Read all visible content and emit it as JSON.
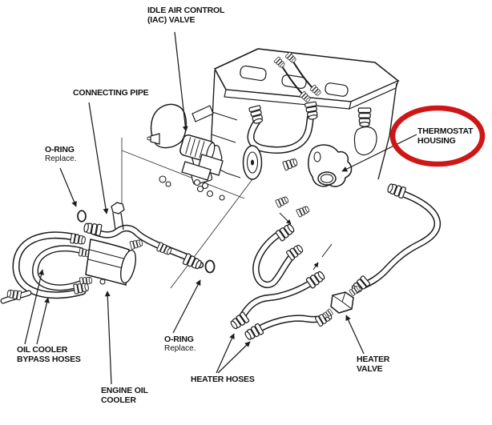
{
  "figure": {
    "type": "technical-line-diagram",
    "subject": "Engine cooling / heater hose routing diagram",
    "colors": {
      "ink": "#1c1c1c",
      "background": "#ffffff",
      "highlight": "#cf1616"
    },
    "labels": [
      {
        "id": "iac-valve",
        "line1": "IDLE AIR CONTROL",
        "line2": "(IAC) VALVE"
      },
      {
        "id": "connecting-pipe",
        "line1": "CONNECTING PIPE"
      },
      {
        "id": "o-ring-front",
        "line1": "O-RING",
        "line2": "Replace."
      },
      {
        "id": "thermostat-housing",
        "line1": "THERMOSTAT",
        "line2": "HOUSING",
        "highlighted": true
      },
      {
        "id": "oil-cooler-bypass-hoses",
        "line1": "OIL COOLER",
        "line2": "BYPASS HOSES"
      },
      {
        "id": "engine-oil-cooler",
        "line1": "ENGINE OIL",
        "line2": "COOLER"
      },
      {
        "id": "o-ring-rear",
        "line1": "O-RING",
        "line2": "Replace."
      },
      {
        "id": "heater-hoses",
        "line1": "HEATER HOSES"
      },
      {
        "id": "heater-valve",
        "line1": "HEATER",
        "line2": "VALVE"
      }
    ]
  }
}
